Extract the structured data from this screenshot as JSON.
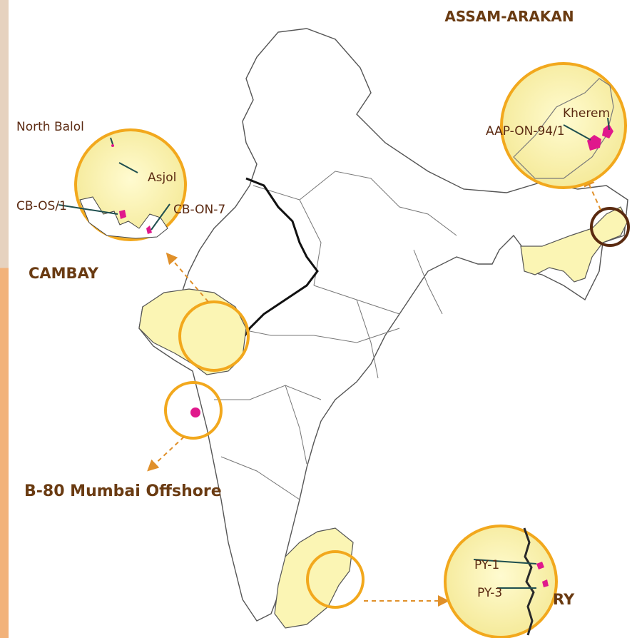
{
  "regions": {
    "assam_arakan": "ASSAM-ARAKAN",
    "cambay": "CAMBAY",
    "mumbai": "B-80 Mumbai Offshore",
    "cauvery_suffix": "RY"
  },
  "fields": {
    "north_balol": "North Balol",
    "asjol": "Asjol",
    "cb_os_1": "CB-OS/1",
    "cb_on_7": "CB-ON-7",
    "kherem": "Kherem",
    "aap_on_94_1": "AAP-ON-94/1",
    "py_1": "PY-1",
    "py_3": "PY-3"
  },
  "colors": {
    "highlight_fill": "#fbf5b4",
    "circle_stroke": "#f2a81d",
    "block_marker": "#e0188c",
    "label_text": "#6a3b12",
    "arrow": "#e0902a",
    "assam_ring": "#5a2a10"
  }
}
